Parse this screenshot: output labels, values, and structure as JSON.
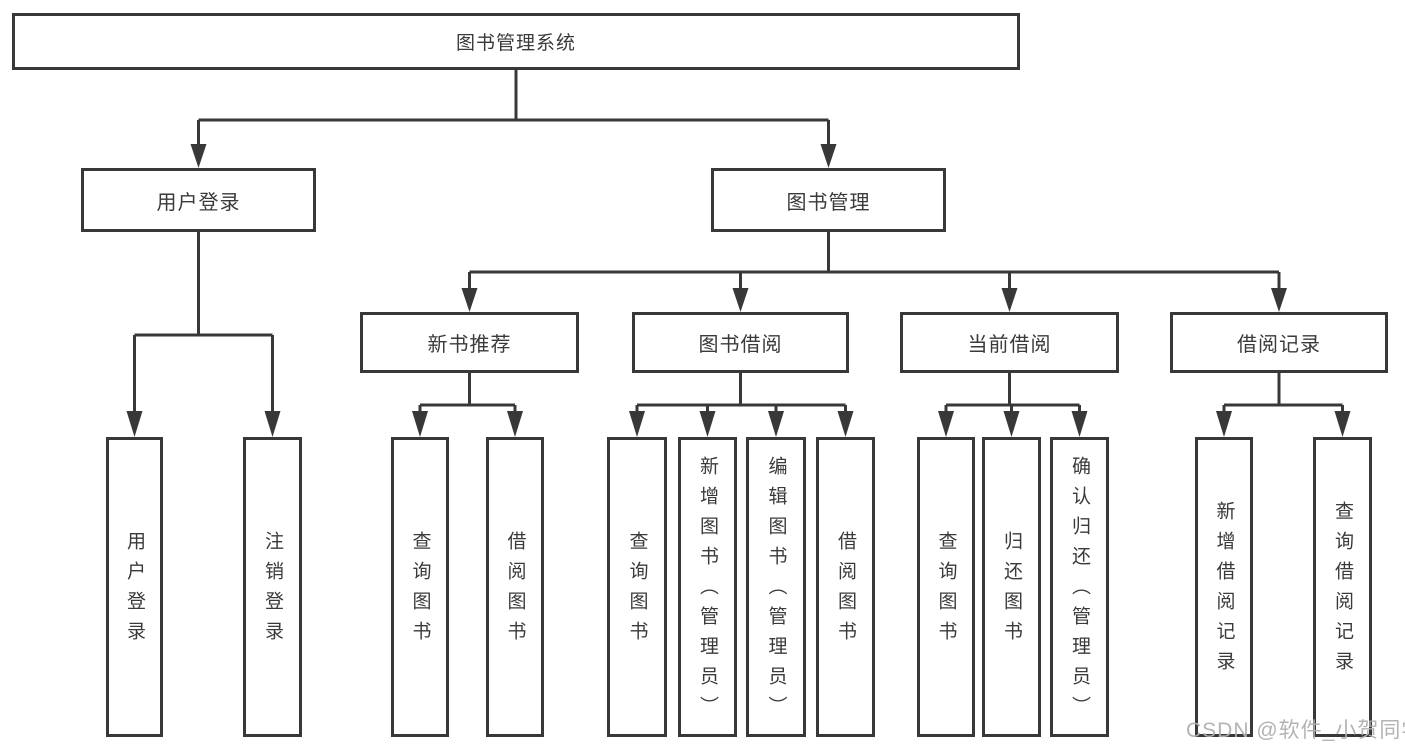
{
  "colors": {
    "line": "#383838",
    "box_border": "#383838",
    "text": "#3a3a3a",
    "background": "#ffffff",
    "watermark": "#afafaf"
  },
  "tree": {
    "root": {
      "label": "图书管理系统"
    },
    "children": [
      {
        "label": "用户登录",
        "children": [
          {
            "label": "用户登录"
          },
          {
            "label": "注销登录"
          }
        ]
      },
      {
        "label": "图书管理",
        "children": [
          {
            "label": "新书推荐",
            "children": [
              {
                "label": "查询图书"
              },
              {
                "label": "借阅图书"
              }
            ]
          },
          {
            "label": "图书借阅",
            "children": [
              {
                "label": "查询图书"
              },
              {
                "label": "新增图书（管理员）"
              },
              {
                "label": "编辑图书（管理员）"
              },
              {
                "label": "借阅图书"
              }
            ]
          },
          {
            "label": "当前借阅",
            "children": [
              {
                "label": "查询图书"
              },
              {
                "label": "归还图书"
              },
              {
                "label": "确认归还（管理员）"
              }
            ]
          },
          {
            "label": "借阅记录",
            "children": [
              {
                "label": "新增借阅记录"
              },
              {
                "label": "查询借阅记录"
              }
            ]
          }
        ]
      }
    ]
  },
  "watermark": {
    "text": "CSDN @软件_小贺同学"
  }
}
